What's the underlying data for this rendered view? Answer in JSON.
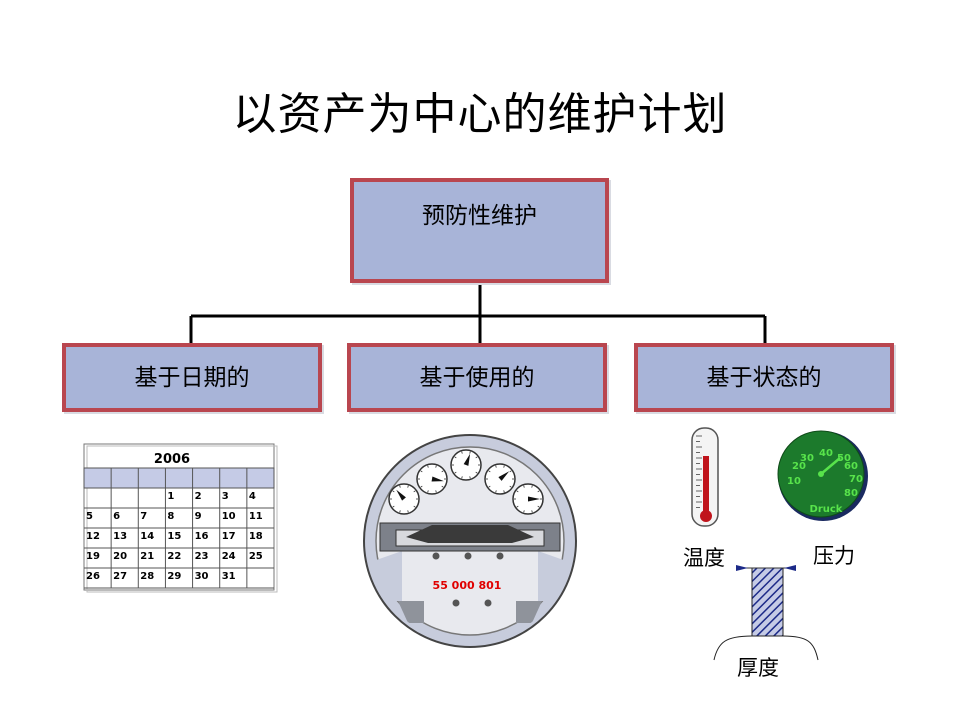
{
  "title": "以资产为中心的维护计划",
  "root": {
    "label": "预防性维护"
  },
  "branches": [
    {
      "id": "date",
      "label": "基于日期的"
    },
    {
      "id": "usage",
      "label": "基于使用的"
    },
    {
      "id": "condition",
      "label": "基于状态的"
    }
  ],
  "calendar": {
    "year": "2006",
    "rows": [
      [
        "",
        "",
        "",
        "1",
        "2",
        "3",
        "4"
      ],
      [
        "5",
        "6",
        "7",
        "8",
        "9",
        "10",
        "11"
      ],
      [
        "12",
        "13",
        "14",
        "15",
        "16",
        "17",
        "18"
      ],
      [
        "19",
        "20",
        "21",
        "22",
        "23",
        "24",
        "25"
      ],
      [
        "26",
        "27",
        "28",
        "29",
        "30",
        "31",
        ""
      ]
    ]
  },
  "meter": {
    "reading": "55 000 801"
  },
  "gauge": {
    "ticks": [
      "10",
      "20",
      "30",
      "40",
      "50",
      "60",
      "70",
      "80"
    ],
    "brand": "Druck"
  },
  "condition_labels": {
    "temperature": "温度",
    "pressure": "压力",
    "thickness": "厚度"
  },
  "colors": {
    "box_fill": "#a8b4d8",
    "box_border": "#b9464f",
    "gauge_green": "#1c7a2c",
    "gauge_text": "#58e34b",
    "thermo_red": "#c0141c",
    "meter_reading": "#e00000"
  }
}
